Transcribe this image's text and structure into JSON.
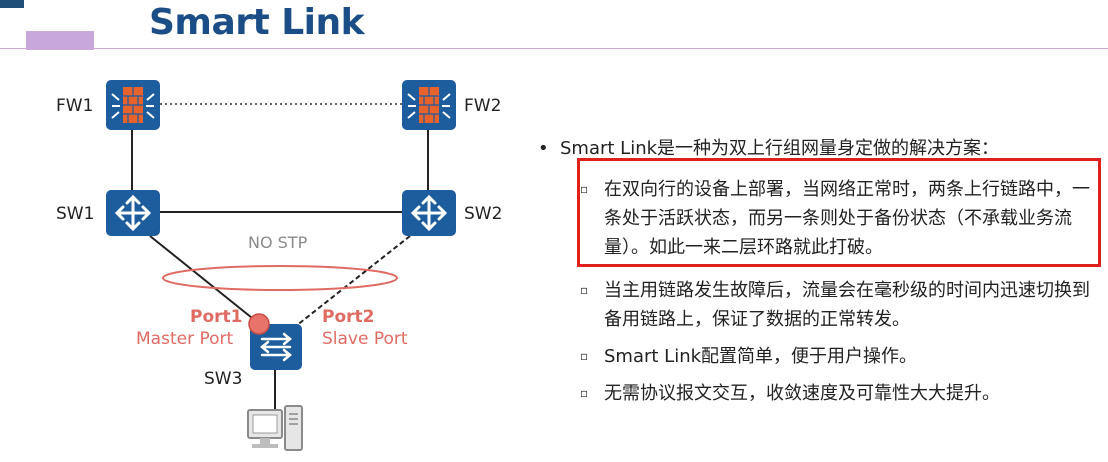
{
  "title": "Smart Link",
  "colors": {
    "title": "#1b4e86",
    "device_fill": "#1d5d9e",
    "firewall_fill": "#e8622c",
    "port_highlight": "#e06b63",
    "box_border": "#e0201b",
    "accent_bar": "#c8a8dc"
  },
  "diagram": {
    "devices": {
      "fw1": "FW1",
      "fw2": "FW2",
      "sw1": "SW1",
      "sw2": "SW2",
      "sw3": "SW3"
    },
    "icons": {
      "firewall": "firewall-icon",
      "switch_l3": "layer3-switch-icon",
      "switch_l2": "layer2-switch-icon",
      "pc": "pc-icon"
    },
    "no_stp_label": "NO STP",
    "port1": {
      "name": "Port1",
      "role": "Master Port"
    },
    "port2": {
      "name": "Port2",
      "role": "Slave Port"
    }
  },
  "content": {
    "main": "Smart Link是一种为双上行组网量身定做的解决方案：",
    "subs": [
      "在双向行的设备上部署，当网络正常时，两条上行链路中，一条处于活跃状态，而另一条则处于备份状态（不承载业务流量）。如此一来二层环路就此打破。",
      "当主用链路发生故障后，流量会在毫秒级的时间内迅速切换到备用链路上，保证了数据的正常转发。",
      "Smart Link配置简单，便于用户操作。",
      "无需协议报文交互，收敛速度及可靠性大大提升。"
    ],
    "sub_marker": "▫"
  }
}
